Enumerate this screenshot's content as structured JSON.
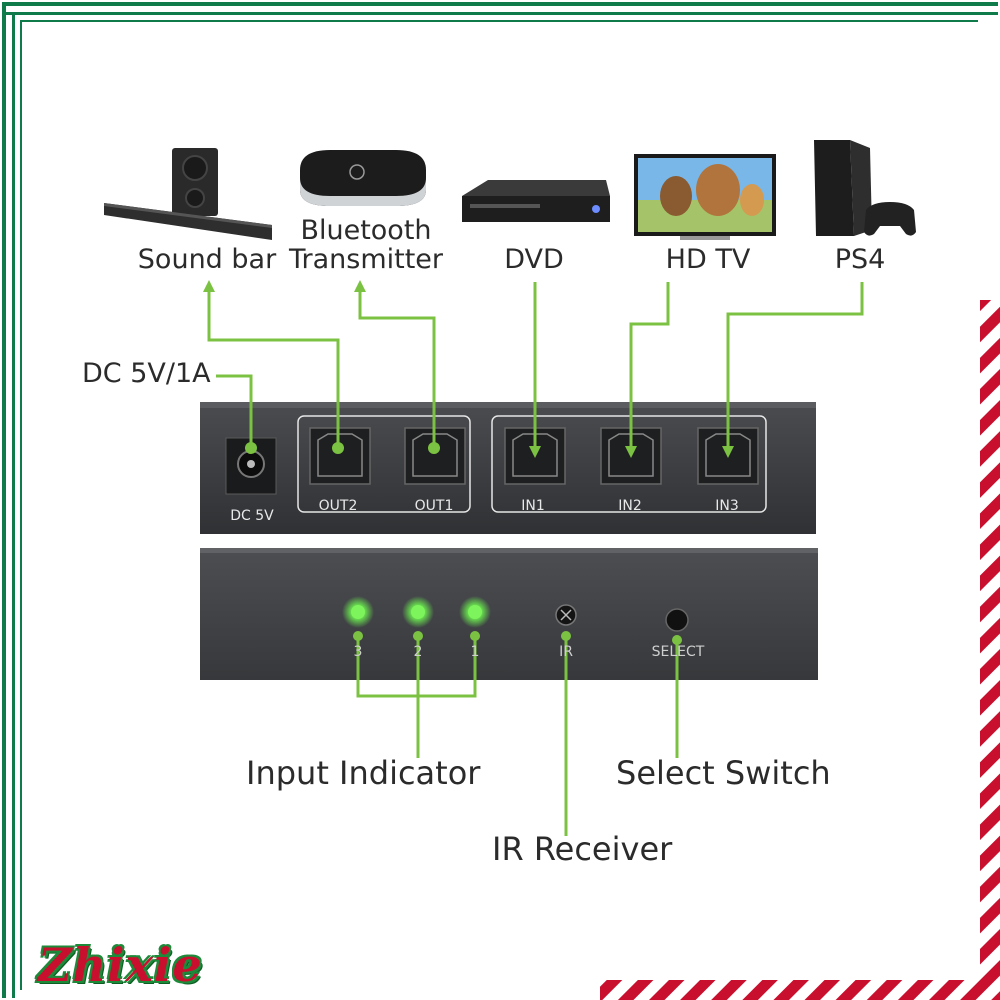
{
  "devices": {
    "soundbar": "Sound bar",
    "bluetooth_line1": "Bluetooth",
    "bluetooth_line2": "Transmitter",
    "dvd": "DVD",
    "hdtv": "HD TV",
    "ps4": "PS4"
  },
  "rear_panel": {
    "dc_callout": "DC 5V/1A",
    "dc_label": "DC 5V",
    "ports": [
      "OUT2",
      "OUT1",
      "IN1",
      "IN2",
      "IN3"
    ]
  },
  "front_panel": {
    "led_numbers": [
      "3",
      "2",
      "1"
    ],
    "ir_label": "IR",
    "select_label": "SELECT"
  },
  "callouts": {
    "input_indicator": "Input Indicator",
    "select_switch": "Select Switch",
    "ir_receiver": "IR Receiver"
  },
  "brand": "Zhixie",
  "colors": {
    "accent_green": "#7cc242",
    "led_green": "#5cf25a",
    "frame_green": "#0f7a4a",
    "device_body": "#3a3c3f",
    "brand_red": "#c8102e"
  }
}
